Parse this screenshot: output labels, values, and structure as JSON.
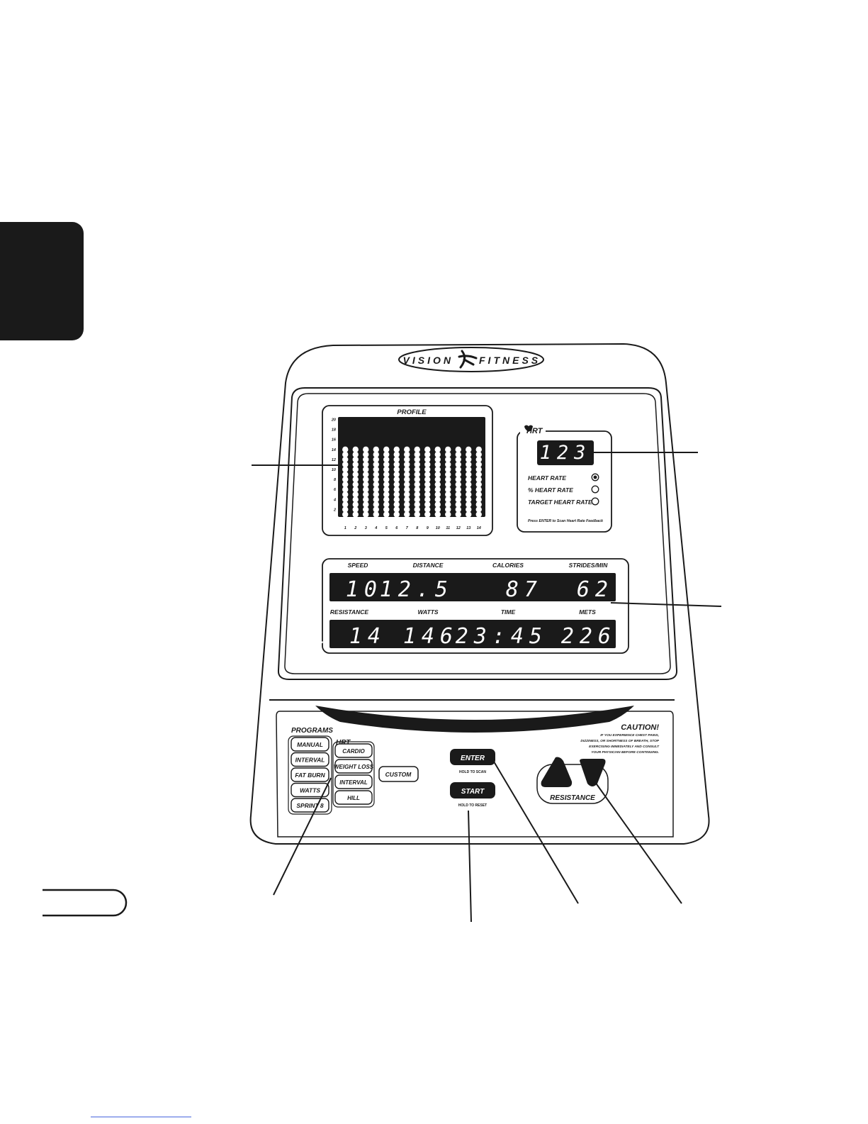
{
  "brand": {
    "left": "VISION",
    "right": "FITNESS"
  },
  "profile": {
    "title": "PROFILE",
    "y_labels": [
      "20",
      "18",
      "16",
      "14",
      "12",
      "10",
      "8",
      "6",
      "4",
      "2"
    ],
    "x_labels": [
      "1",
      "2",
      "3",
      "4",
      "5",
      "6",
      "7",
      "8",
      "9",
      "10",
      "11",
      "12",
      "13",
      "14"
    ],
    "columns": 14,
    "rows_total": 20,
    "rows_lit": 14
  },
  "hrt": {
    "logo": "HRT",
    "readout": "123",
    "options": [
      {
        "label": "HEART RATE",
        "selected": true
      },
      {
        "label": "% HEART RATE",
        "selected": false
      },
      {
        "label": "TARGET HEART RATE",
        "selected": false
      }
    ],
    "hint": "Press ENTER to Scan Heart Rate Feedback"
  },
  "metrics": {
    "row1_labels": [
      "SPEED",
      "DISTANCE",
      "CALORIES",
      "STRIDES/MIN"
    ],
    "row1_values": [
      "10",
      "12.5",
      "87",
      "62"
    ],
    "row2_labels": [
      "RESISTANCE",
      "WATTS",
      "TIME",
      "METS"
    ],
    "row2_values": [
      "L 14",
      "146",
      "23:45",
      "226"
    ]
  },
  "programs": {
    "title": "PROGRAMS",
    "list": [
      "MANUAL",
      "INTERVAL",
      "FAT BURN",
      "WATTS",
      "SPRINT 8"
    ],
    "hrt_logo": "HRT",
    "hrt_list": [
      "CARDIO",
      "WEIGHT LOSS",
      "INTERVAL",
      "HILL"
    ],
    "custom": "CUSTOM"
  },
  "controls": {
    "enter": "ENTER",
    "enter_sub": "HOLD TO SCAN",
    "start": "START",
    "start_sub": "HOLD TO RESET",
    "resistance": "RESISTANCE"
  },
  "caution": {
    "title": "CAUTION!",
    "lines": [
      "IF YOU EXPERIENCE CHEST PAINS,",
      "DIZZINESS, OR SHORTNESS OF BREATH, STOP",
      "EXERCISING IMMEDIATELY AND CONSULT",
      "YOUR PHYSICIAN BEFORE CONTINUING."
    ]
  },
  "colors": {
    "ink": "#1a1a1a",
    "paper": "#ffffff"
  }
}
